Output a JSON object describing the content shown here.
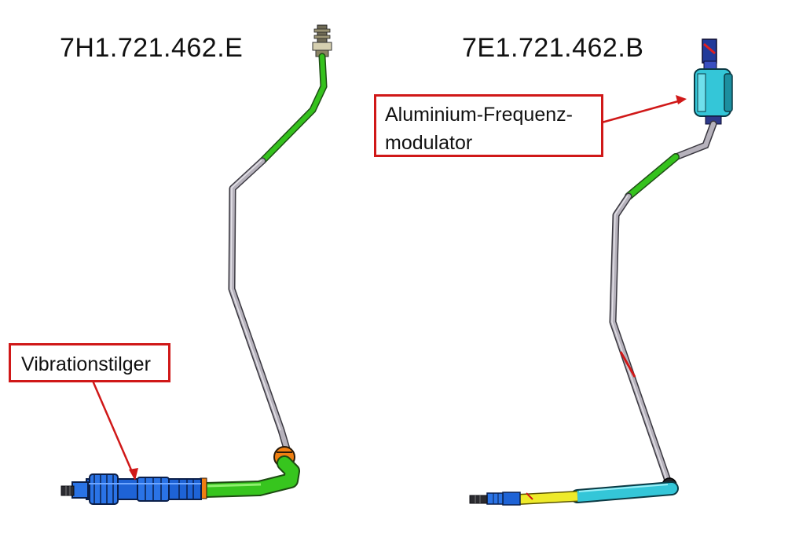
{
  "diagram": {
    "left_part": {
      "part_number": "7H1.721.462.E",
      "callout": "Vibrationstilger"
    },
    "right_part": {
      "part_number": "7E1.721.462.B",
      "callout_line1": "Aluminium-Frequenz-",
      "callout_line2": "modulator"
    },
    "colors": {
      "callout_red": "#d01818",
      "hose_green": "#35c21d",
      "pipe_grey": "#a8a4b0",
      "damper_blue": "#1e63d6",
      "cyan": "#34c6d8",
      "yellow": "#eeea2a",
      "orange": "#f07f12"
    }
  }
}
